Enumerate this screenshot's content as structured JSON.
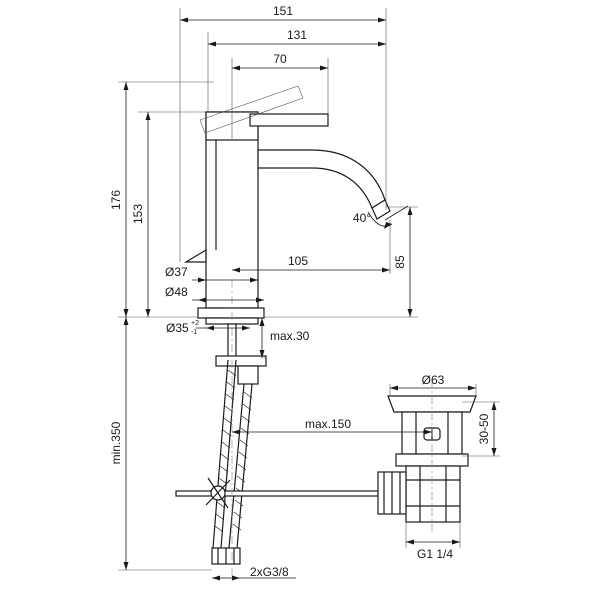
{
  "dimensions": {
    "width_151": "151",
    "width_131": "131",
    "width_70": "70",
    "height_176": "176",
    "height_153": "153",
    "angle_40": "40°",
    "reach_105": "105",
    "height_85": "85",
    "dia_37": "Ø37",
    "dia_48": "Ø48",
    "dia_35": "Ø35",
    "dia_35_tol_upper": "+2",
    "dia_35_tol_lower": "-1",
    "max_30": "max.30",
    "dia_63": "Ø63",
    "range_30_50": "30-50",
    "max_150": "max.150",
    "min_350": "min.350",
    "thread_g114": "G1 1/4",
    "hoses_2xg38": "2xG3/8"
  }
}
